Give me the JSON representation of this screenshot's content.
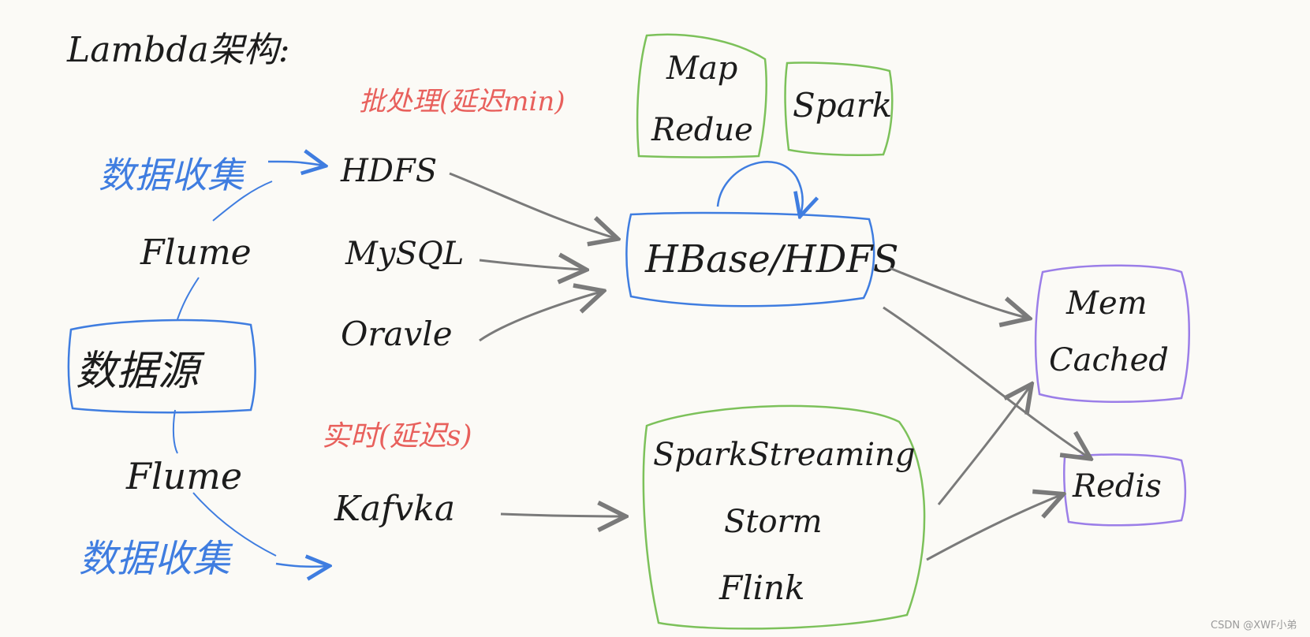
{
  "title": "Lambda架构:",
  "batch_note": "批处理(延迟min)",
  "realtime_note": "实时(延迟s)",
  "collect_label_top": "数据收集",
  "collect_label_bottom": "数据收集",
  "source": "数据源",
  "flume_top": "Flume",
  "flume_bottom": "Flume",
  "batch_sources": [
    "HDFS",
    "MySQL",
    "Oravle"
  ],
  "realtime_source": "Kafvka",
  "storage": "HBase/HDFS",
  "batch_engines": {
    "mapreduce_line1": "Map",
    "mapreduce_line2": "Redue",
    "spark": "Spark"
  },
  "stream_engines": [
    "SparkStreaming",
    "Storm",
    "Flink"
  ],
  "caches": {
    "memcached_line1": "Mem",
    "memcached_line2": "Cached",
    "redis": "Redis"
  },
  "watermark": "CSDN @XWF小弟",
  "colors": {
    "ink": "#1c1c1c",
    "red": "#e8605c",
    "blue": "#3f7de0",
    "green": "#7cc15a",
    "purple": "#9b7ee8",
    "arrow_gray": "#7a7a7a"
  }
}
